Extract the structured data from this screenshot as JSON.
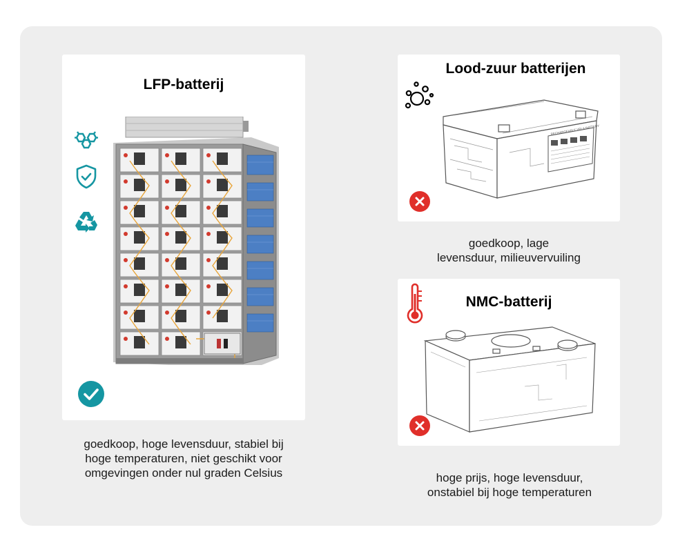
{
  "colors": {
    "panel": "#eeeeee",
    "card": "#ffffff",
    "teal": "#1596a2",
    "red": "#e02f2a"
  },
  "lfp": {
    "title": "LFP-batterij",
    "icons": [
      "molecule-icon",
      "shield-check-icon",
      "recycle-icon"
    ],
    "status_icon": "check-circle-icon",
    "caption_lines": [
      "goedkoop, hoge levensduur, stabiel bij",
      "hoge temperaturen, niet geschikt voor",
      "omgevingen onder nul graden Celsius"
    ]
  },
  "lead_acid": {
    "title": "Lood-zuur batterijen",
    "icon": "pollution-bubbles-icon",
    "status_icon": "x-circle-icon",
    "label_text": "RECHARGEABLE VRLA BATTERY",
    "caption_lines": [
      "goedkoop, lage",
      "levensduur, milieuvervuiling"
    ]
  },
  "nmc": {
    "title": "NMC-batterij",
    "icon": "thermometer-icon",
    "status_icon": "x-circle-icon",
    "caption_lines": [
      "hoge prijs, hoge levensduur,",
      "onstabiel bij hoge temperaturen"
    ]
  }
}
